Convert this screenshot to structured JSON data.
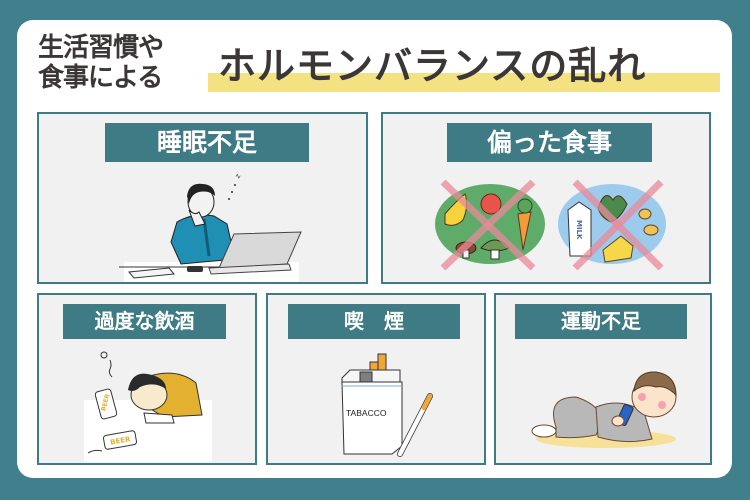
{
  "header": {
    "subtitle_line1": "生活習慣や",
    "subtitle_line2": "食事による",
    "title": "ホルモンバランスの乱れ"
  },
  "panels": [
    {
      "label": "睡眠不足",
      "illustration": "sleeping-businessman-at-desk"
    },
    {
      "label": "偏った食事",
      "illustration": "crossed-out-food-plates"
    },
    {
      "label": "過度な飲酒",
      "illustration": "drunk-man-with-beer-cans"
    },
    {
      "label": "喫　煙",
      "illustration": "cigarette-pack",
      "pack_text": "TABACCO"
    },
    {
      "label": "運動不足",
      "illustration": "man-lying-with-smartphone"
    }
  ],
  "food_plates": {
    "plate1_items": [
      "banana",
      "apple",
      "carrot",
      "mushroom",
      "broccoli"
    ],
    "plate2_items": [
      "milk",
      "greens",
      "cheese",
      "nuts"
    ],
    "milk_text": "MILK"
  },
  "beer": {
    "can_text": "BEER"
  },
  "colors": {
    "background": "#407f8c",
    "label_bg": "#3f7b85",
    "highlight": "#f4e182",
    "panel_bg": "#f1f1f1",
    "text_dark": "#3b3737",
    "plate_green": "#5fac6a",
    "plate_blue": "#9ccbee",
    "cross_pink": "#e98a9a"
  }
}
